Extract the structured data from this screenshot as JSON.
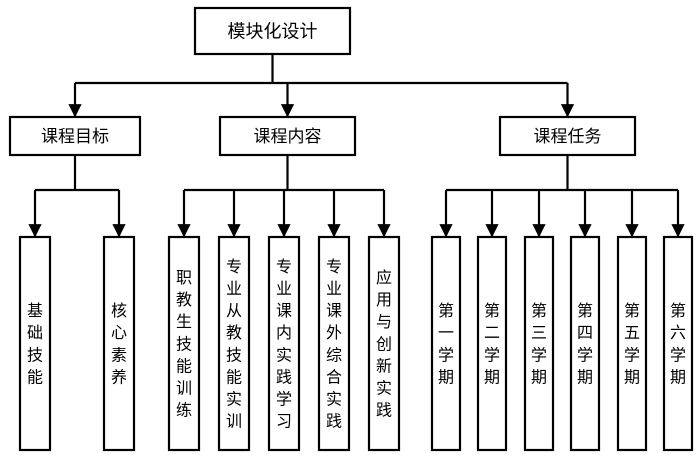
{
  "root": {
    "label": "模块化设计"
  },
  "groups": [
    {
      "label": "课程目标",
      "children": [
        "基础技能",
        "核心素养"
      ]
    },
    {
      "label": "课程内容",
      "children": [
        "职教生技能训练",
        "专业从教技能实训",
        "专业课内实践学习",
        "专业课外综合实践",
        "应用与创新实践"
      ]
    },
    {
      "label": "课程任务",
      "children": [
        "第一学期",
        "第二学期",
        "第三学期",
        "第四学期",
        "第五学期",
        "第六学期"
      ]
    }
  ]
}
